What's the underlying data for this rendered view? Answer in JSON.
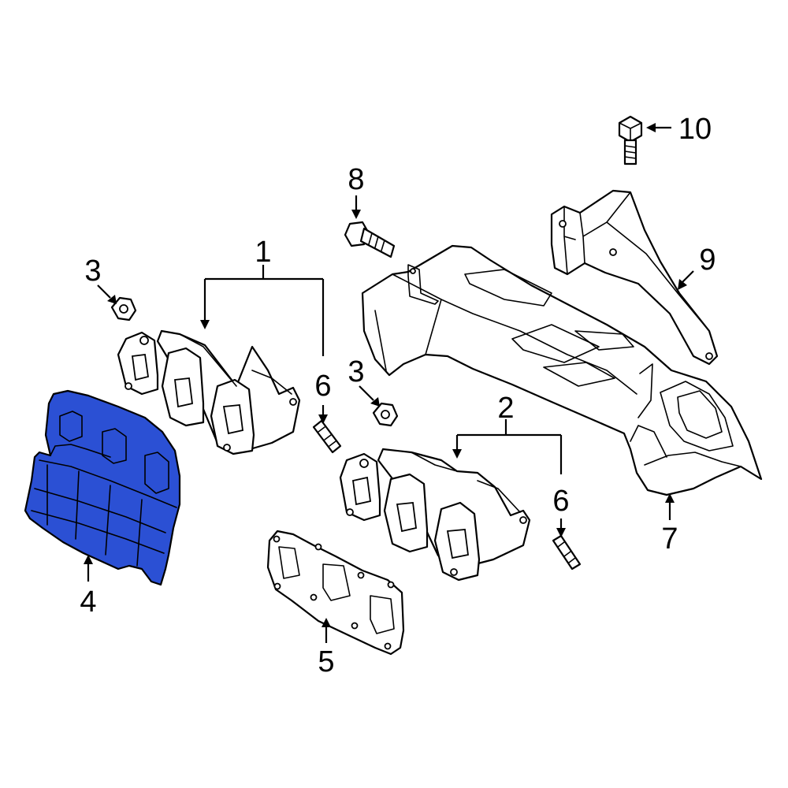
{
  "diagram": {
    "highlight_color": "#2b50d4",
    "line_color": "#000000",
    "background": "#ffffff",
    "callouts": {
      "c1": "1",
      "c2": "2",
      "c3a": "3",
      "c3b": "3",
      "c4": "4",
      "c5": "5",
      "c6a": "6",
      "c6b": "6",
      "c7": "7",
      "c8": "8",
      "c9": "9",
      "c10": "10"
    }
  }
}
